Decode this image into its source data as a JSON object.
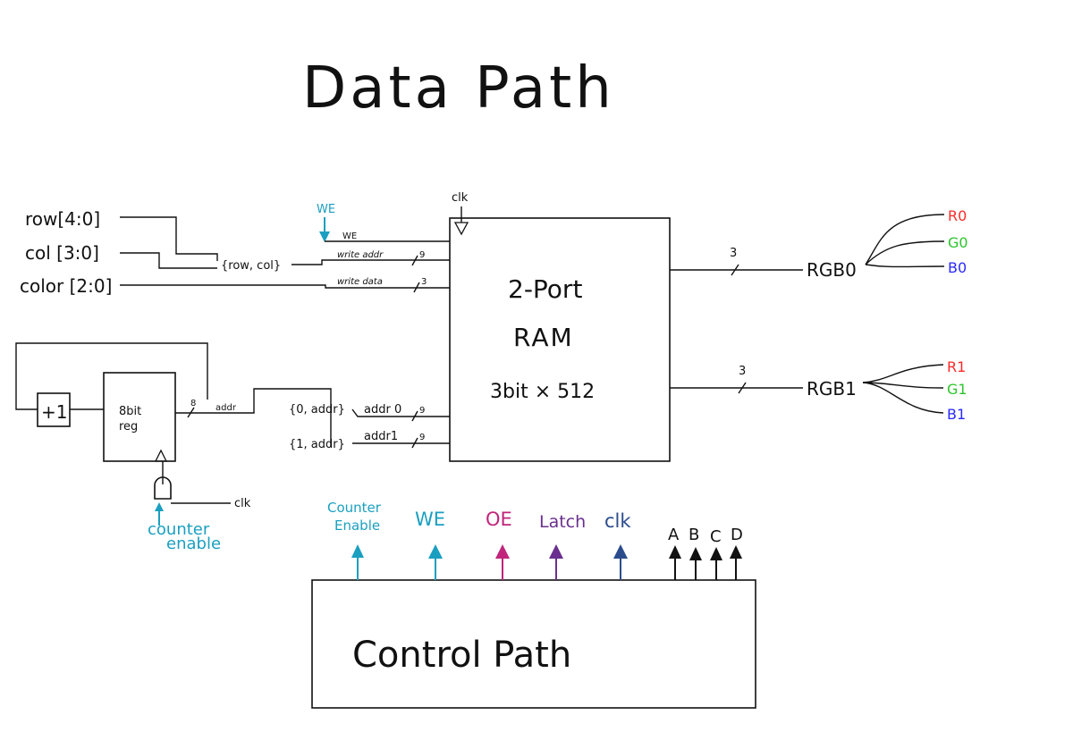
{
  "title": "Data Path",
  "colors": {
    "ink": "#111111",
    "cyan": "#1a9fc0",
    "magenta": "#c0267a",
    "purple": "#6a2f8f",
    "navy": "#2b4c8c",
    "red": "#ff2a2a",
    "green": "#2cc52c",
    "blue": "#2a2aff"
  },
  "inputs": {
    "row": "row[4:0]",
    "col": "col [3:0]",
    "color": "color [2:0]",
    "we": "WE"
  },
  "ram": {
    "clk": "clk",
    "name_line1": "2-Port",
    "name_line2": "RAM",
    "size": "3bit × 512",
    "we_port": "WE",
    "write_addr_port": "write addr",
    "write_data_port": "write data",
    "addr0_port": "addr 0",
    "addr1_port": "addr1"
  },
  "buses": {
    "row_col": "{row, col}",
    "addr_bits": "9",
    "data_bits": "3",
    "reg_bits": "8",
    "addr": "addr",
    "addr0_concat": "{0, addr}",
    "addr1_concat": "{1, addr}",
    "rgb0_bits": "3",
    "rgb1_bits": "3"
  },
  "counter": {
    "incr": "+1",
    "reg_line1": "8bit",
    "reg_line2": "reg",
    "clk": "clk",
    "enable_line1": "counter",
    "enable_line2": "enable"
  },
  "outputs": {
    "rgb0": "RGB0",
    "rgb1": "RGB1",
    "r0": "R0",
    "g0": "G0",
    "b0": "B0",
    "r1": "R1",
    "g1": "G1",
    "b1": "B1"
  },
  "control": {
    "title": "Control Path",
    "counter_enable_line1": "Counter",
    "counter_enable_line2": "Enable",
    "we": "WE",
    "oe": "OE",
    "latch": "Latch",
    "clk": "clk",
    "a": "A",
    "b": "B",
    "c": "C",
    "d": "D"
  }
}
